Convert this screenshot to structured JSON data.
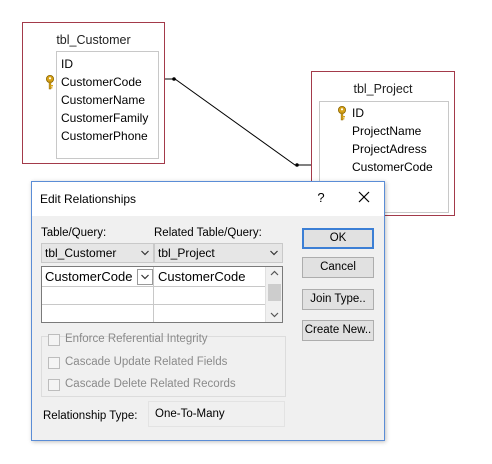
{
  "tables": {
    "customer": {
      "title": "tbl_Customer",
      "fields": [
        "ID",
        "CustomerCode",
        "CustomerName",
        "CustomerFamily",
        "CustomerPhone"
      ]
    },
    "project": {
      "title": "tbl_Project",
      "fields": [
        "ID",
        "ProjectName",
        "ProjectAdress",
        "CustomerCode"
      ]
    }
  },
  "dialog": {
    "title": "Edit Relationships",
    "help": "?",
    "table_query_label": "Table/Query:",
    "related_table_label": "Related Table/Query:",
    "table_query_value": "tbl_Customer",
    "related_table_value": "tbl_Project",
    "grid": {
      "left": "CustomerCode",
      "right": "CustomerCode"
    },
    "buttons": {
      "ok": "OK",
      "cancel": "Cancel",
      "join_type": "Join Type..",
      "create_new": "Create New.."
    },
    "options": {
      "enforce": "Enforce Referential Integrity",
      "cascade_update": "Cascade Update Related Fields",
      "cascade_delete": "Cascade Delete Related Records"
    },
    "relationship_type_label": "Relationship Type:",
    "relationship_type_value": "One-To-Many"
  },
  "colors": {
    "table_border": "#a33a4a",
    "dialog_border": "#5b8dd6",
    "ok_border": "#3c7fd5",
    "key_icon": "#d8a317"
  },
  "icons": [
    "primary-key-icon",
    "close-icon",
    "chevron-down-icon",
    "scroll-up-icon",
    "scroll-down-icon",
    "checkbox"
  ]
}
